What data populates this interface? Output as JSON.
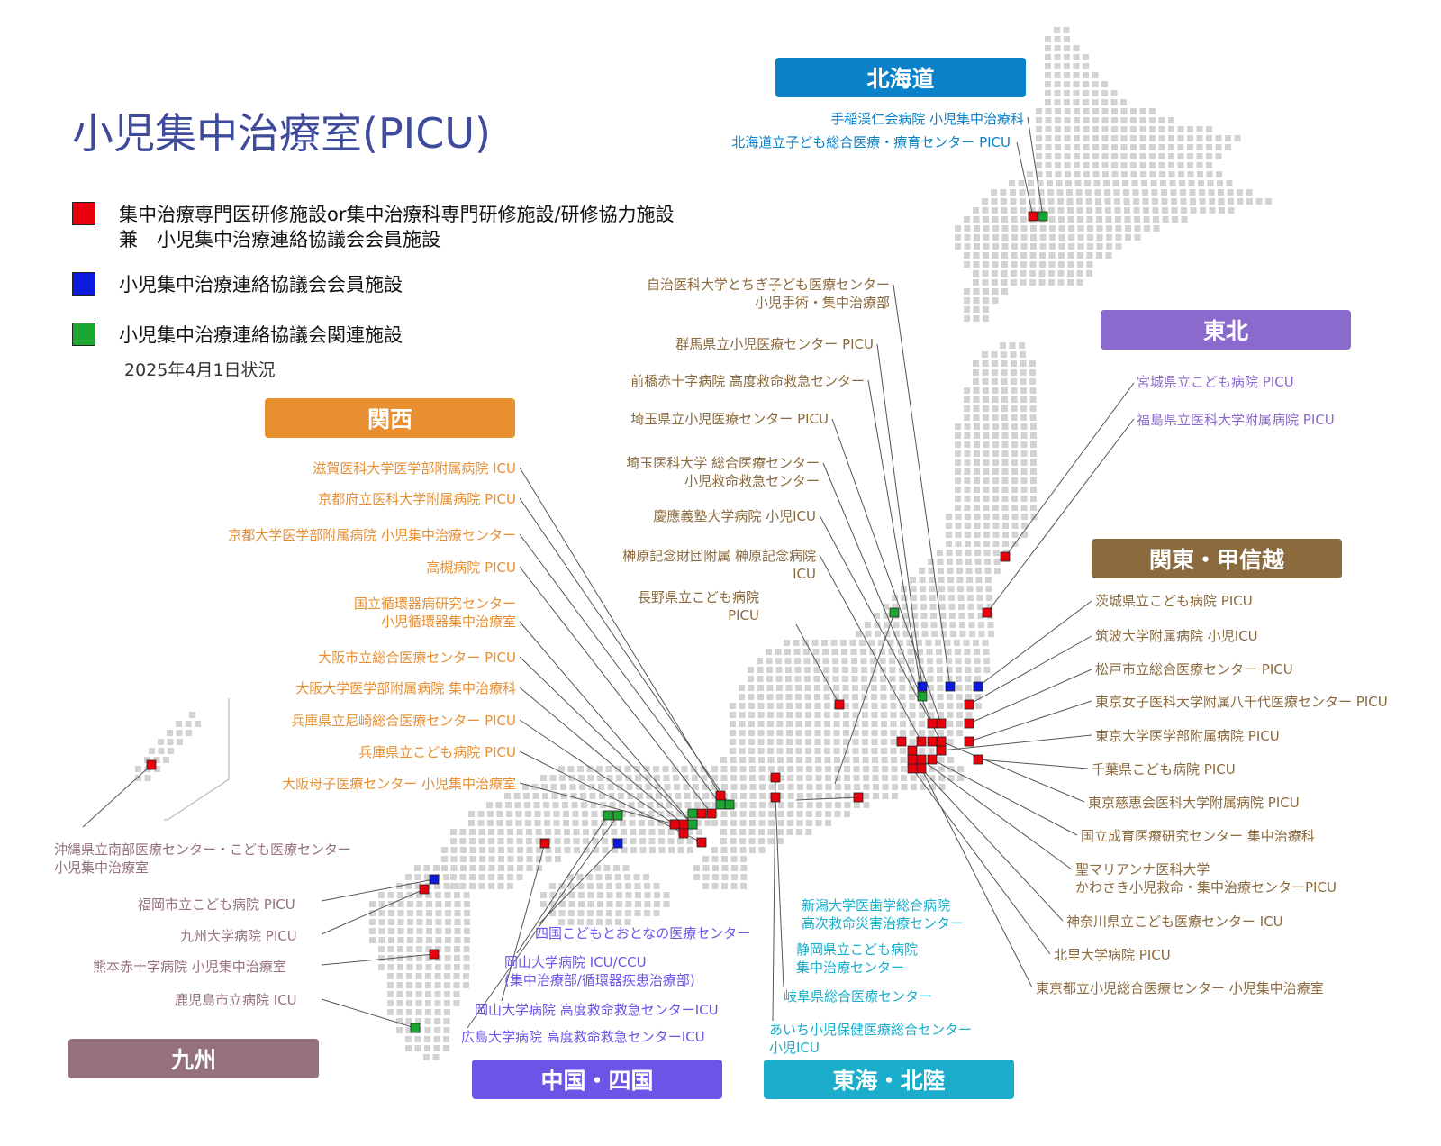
{
  "title": "小児集中治療室(PICU)",
  "legend": [
    {
      "color": "#e8000b",
      "lines": [
        "集中治療専門医研修施設or集中治療科専門研修施設/研修協力施設",
        "兼　小児集中治療連絡協議会会員施設"
      ]
    },
    {
      "color": "#0a1bdc",
      "lines": [
        "小児集中治療連絡協議会会員施設"
      ]
    },
    {
      "color": "#1ba531",
      "lines": [
        "小児集中治療連絡協議会関連施設"
      ]
    }
  ],
  "date": "2025年4月1日状況",
  "colors": {
    "red": "#e8000b",
    "blue": "#0a1bdc",
    "green": "#1ba531",
    "hokkaido": "#0a82c9",
    "tohoku": "#8a6acc",
    "kanto": "#8b6a3e",
    "kansai": "#e88f32",
    "kyushu": "#95707f",
    "chugoku": "#6a55e6",
    "tokai": "#1aadcc"
  },
  "regions": [
    {
      "id": "hokkaido",
      "name": "北海道"
    },
    {
      "id": "tohoku",
      "name": "東北"
    },
    {
      "id": "kanto",
      "name": "関東・甲信越"
    },
    {
      "id": "kansai",
      "name": "関西"
    },
    {
      "id": "kyushu",
      "name": "九州"
    },
    {
      "id": "chugoku",
      "name": "中国・四国"
    },
    {
      "id": "tokai",
      "name": "東海・北陸"
    }
  ],
  "hospitals": [
    {
      "lines": [
        "手稲渓仁会病院 小児集中治療科"
      ],
      "region": "hokkaido",
      "type": "green"
    },
    {
      "lines": [
        "北海道立子ども総合医療・療育センター PICU"
      ],
      "region": "hokkaido",
      "type": "red"
    },
    {
      "lines": [
        "宮城県立こども病院 PICU"
      ],
      "region": "tohoku",
      "type": "red"
    },
    {
      "lines": [
        "福島県立医科大学附属病院 PICU"
      ],
      "region": "tohoku",
      "type": "red"
    },
    {
      "lines": [
        "自治医科大学とちぎ子ども医療センター",
        "小児手術・集中治療部"
      ],
      "region": "kanto",
      "type": "blue"
    },
    {
      "lines": [
        "群馬県立小児医療センター PICU"
      ],
      "region": "kanto",
      "type": "blue"
    },
    {
      "lines": [
        "前橋赤十字病院 高度救命救急センター"
      ],
      "region": "kanto",
      "type": "green"
    },
    {
      "lines": [
        "埼玉県立小児医療センター PICU"
      ],
      "region": "kanto",
      "type": "red"
    },
    {
      "lines": [
        "埼玉医科大学 総合医療センター",
        "小児救命救急センター"
      ],
      "region": "kanto",
      "type": "red"
    },
    {
      "lines": [
        "慶應義塾大学病院 小児ICU"
      ],
      "region": "kanto",
      "type": "red"
    },
    {
      "lines": [
        "榊原記念財団附属 榊原記念病院",
        "ICU"
      ],
      "region": "kanto",
      "type": "red"
    },
    {
      "lines": [
        "長野県立こども病院",
        "PICU"
      ],
      "region": "kanto",
      "type": "red"
    },
    {
      "lines": [
        "茨城県立こども病院 PICU"
      ],
      "region": "kanto",
      "type": "blue"
    },
    {
      "lines": [
        "筑波大学附属病院 小児ICU"
      ],
      "region": "kanto",
      "type": "red"
    },
    {
      "lines": [
        "松戸市立総合医療センター PICU"
      ],
      "region": "kanto",
      "type": "red"
    },
    {
      "lines": [
        "東京女子医科大学附属八千代医療センター PICU"
      ],
      "region": "kanto",
      "type": "red"
    },
    {
      "lines": [
        "東京大学医学部附属病院 PICU"
      ],
      "region": "kanto",
      "type": "red"
    },
    {
      "lines": [
        "千葉県こども病院 PICU"
      ],
      "region": "kanto",
      "type": "red"
    },
    {
      "lines": [
        "東京慈恵会医科大学附属病院 PICU"
      ],
      "region": "kanto",
      "type": "red"
    },
    {
      "lines": [
        "国立成育医療研究センター 集中治療科"
      ],
      "region": "kanto",
      "type": "red"
    },
    {
      "lines": [
        "聖マリアンナ医科大学",
        "かわさき小児救命・集中治療センターPICU"
      ],
      "region": "kanto",
      "type": "red"
    },
    {
      "lines": [
        "神奈川県立こども医療センター ICU"
      ],
      "region": "kanto",
      "type": "red"
    },
    {
      "lines": [
        "北里大学病院 PICU"
      ],
      "region": "kanto",
      "type": "red"
    },
    {
      "lines": [
        "東京都立小児総合医療センター 小児集中治療室"
      ],
      "region": "kanto",
      "type": "red"
    },
    {
      "lines": [
        "滋賀医科大学医学部附属病院 ICU"
      ],
      "region": "kansai",
      "type": "red"
    },
    {
      "lines": [
        "京都府立医科大学附属病院 PICU"
      ],
      "region": "kansai",
      "type": "green"
    },
    {
      "lines": [
        "京都大学医学部附属病院 小児集中治療センター"
      ],
      "region": "kansai",
      "type": "green"
    },
    {
      "lines": [
        "高槻病院 PICU"
      ],
      "region": "kansai",
      "type": "red"
    },
    {
      "lines": [
        "国立循環器病研究センター",
        "小児循環器集中治療室"
      ],
      "region": "kansai",
      "type": "red"
    },
    {
      "lines": [
        "大阪市立総合医療センター PICU"
      ],
      "region": "kansai",
      "type": "green"
    },
    {
      "lines": [
        "大阪大学医学部附属病院 集中治療科"
      ],
      "region": "kansai",
      "type": "red"
    },
    {
      "lines": [
        "兵庫県立尼崎総合医療センター PICU"
      ],
      "region": "kansai",
      "type": "red"
    },
    {
      "lines": [
        "兵庫県立こども病院 PICU"
      ],
      "region": "kansai",
      "type": "red"
    },
    {
      "lines": [
        "大阪母子医療センター 小児集中治療室"
      ],
      "region": "kansai",
      "type": "red"
    },
    {
      "lines": [
        "新潟大学医歯学総合病院",
        "高次救命災害治療センター"
      ],
      "region": "tokai",
      "type": "green"
    },
    {
      "lines": [
        "静岡県立こども病院",
        "集中治療センター"
      ],
      "region": "tokai",
      "type": "red"
    },
    {
      "lines": [
        "岐阜県総合医療センター"
      ],
      "region": "tokai",
      "type": "red"
    },
    {
      "lines": [
        "あいち小児保健医療総合センター",
        "小児ICU"
      ],
      "region": "tokai",
      "type": "red"
    },
    {
      "lines": [
        "四国こどもとおとなの医療センター"
      ],
      "region": "chugoku",
      "type": "blue"
    },
    {
      "lines": [
        "岡山大学病院 ICU/CCU",
        "(集中治療部/循環器疾患治療部)"
      ],
      "region": "chugoku",
      "type": "green"
    },
    {
      "lines": [
        "岡山大学病院 高度救命救急センターICU"
      ],
      "region": "chugoku",
      "type": "red"
    },
    {
      "lines": [
        "広島大学病院 高度救命救急センターICU"
      ],
      "region": "chugoku",
      "type": "green"
    },
    {
      "lines": [
        "沖縄県立南部医療センター・こども医療センター",
        "小児集中治療室"
      ],
      "region": "kyushu",
      "type": "red"
    },
    {
      "lines": [
        "福岡市立こども病院 PICU"
      ],
      "region": "kyushu",
      "type": "blue"
    },
    {
      "lines": [
        "九州大学病院 PICU"
      ],
      "region": "kyushu",
      "type": "red"
    },
    {
      "lines": [
        "熊本赤十字病院 小児集中治療室"
      ],
      "region": "kyushu",
      "type": "red"
    },
    {
      "lines": [
        "鹿児島市立病院 ICU"
      ],
      "region": "kyushu",
      "type": "green"
    }
  ]
}
